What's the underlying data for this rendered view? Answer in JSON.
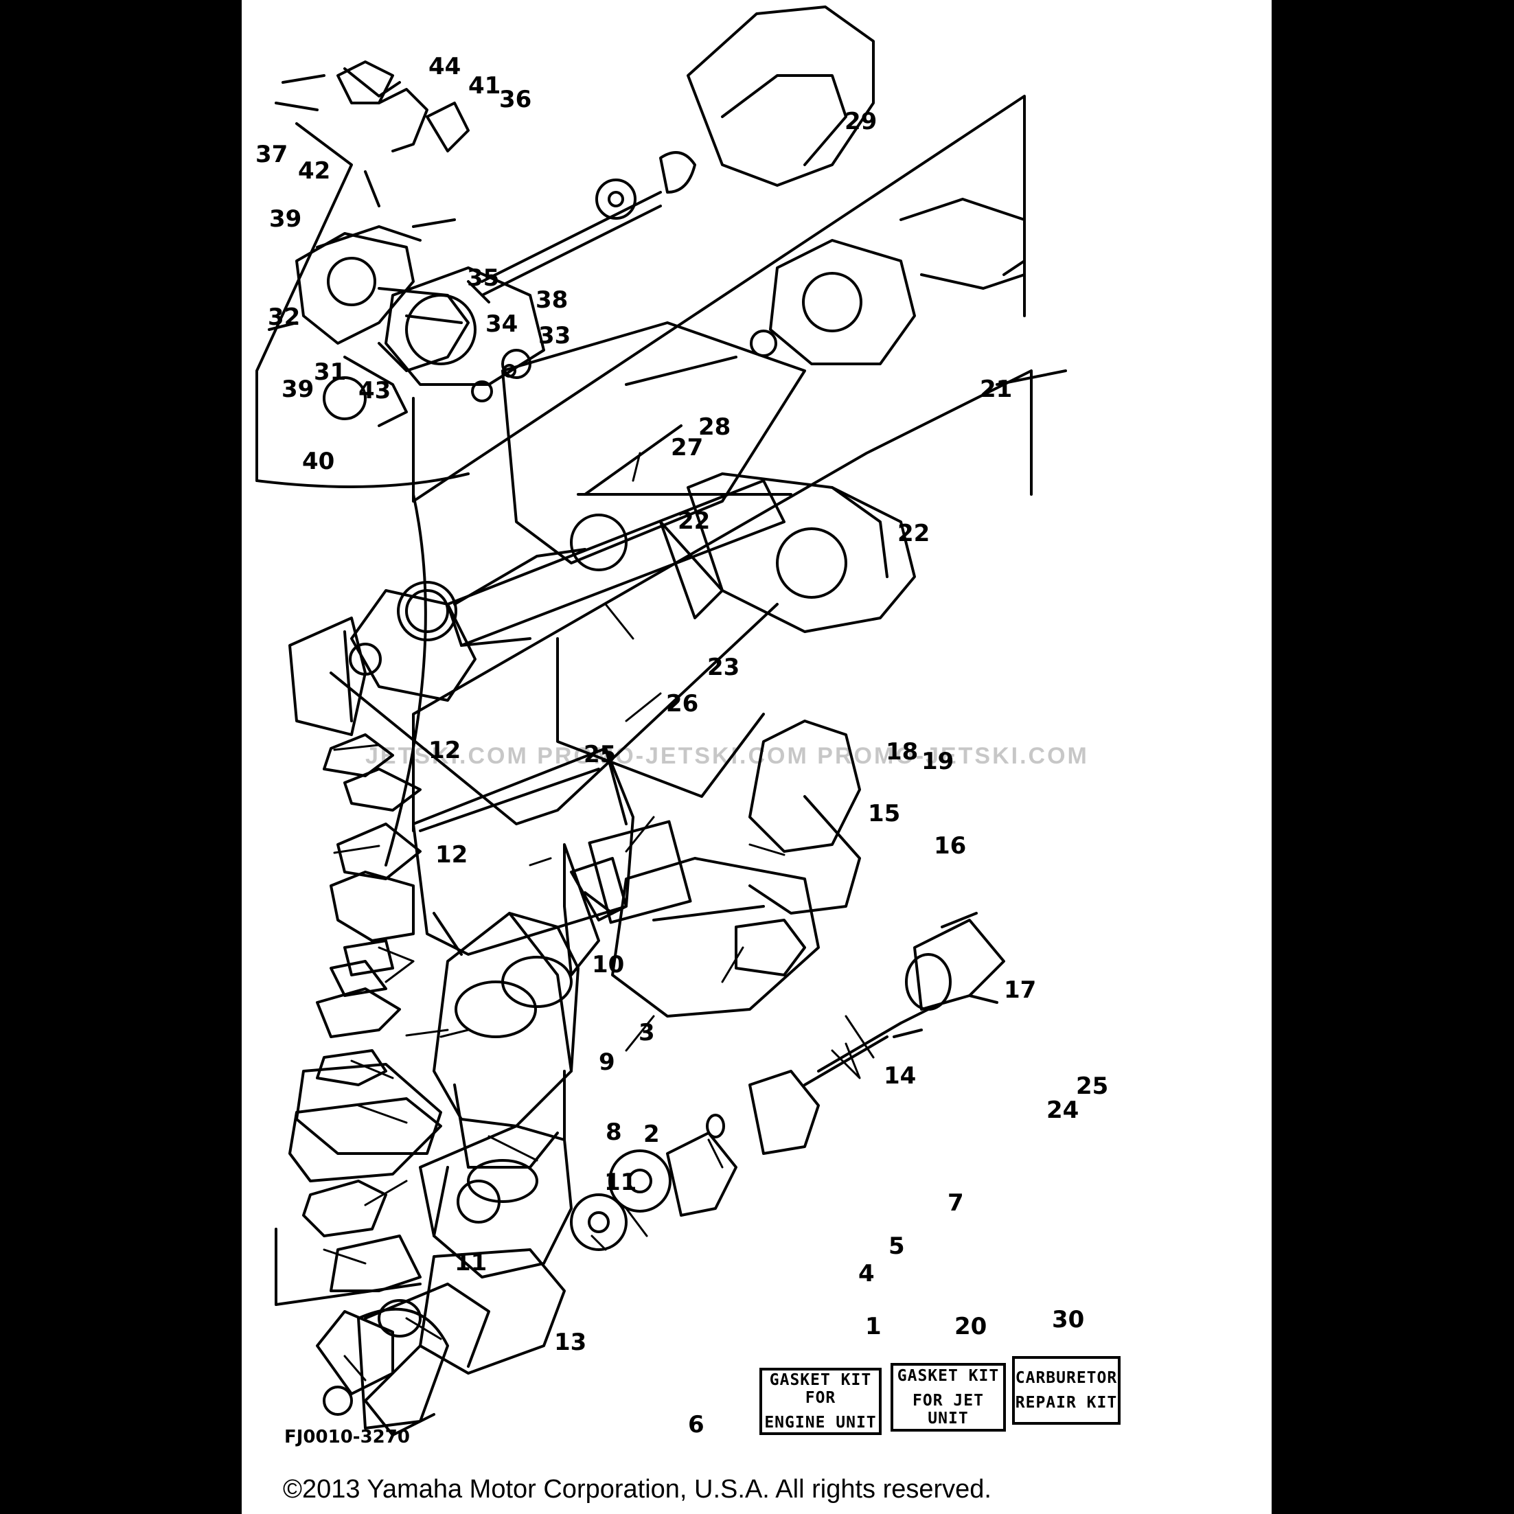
{
  "callouts": {
    "c44": "44",
    "c41": "41",
    "c36": "36",
    "c37": "37",
    "c42": "42",
    "c39a": "39",
    "c35": "35",
    "c38": "38",
    "c32": "32",
    "c34": "34",
    "c33": "33",
    "c31": "31",
    "c39b": "39",
    "c43": "43",
    "c40": "40",
    "c29": "29",
    "c21": "21",
    "c27": "27",
    "c28": "28",
    "c22a": "22",
    "c22b": "22",
    "c23": "23",
    "c26": "26",
    "c25a": "25",
    "c18": "18",
    "c19": "19",
    "c12a": "12",
    "c12b": "12",
    "c15": "15",
    "c16": "16",
    "c17": "17",
    "c10": "10",
    "c3": "3",
    "c14": "14",
    "c9": "9",
    "c8": "8",
    "c11a": "11",
    "c11b": "11",
    "c2": "2",
    "c24": "24",
    "c25b": "25",
    "c7": "7",
    "c5": "5",
    "c4": "4",
    "c13": "13",
    "c6": "6"
  },
  "kits": {
    "engine": {
      "number": "1",
      "line1": "GASKET KIT FOR",
      "line2": "ENGINE UNIT"
    },
    "jet": {
      "number": "20",
      "line1": "GASKET KIT",
      "line2": "FOR JET UNIT"
    },
    "carb": {
      "number": "30",
      "line1": "CARBURETOR",
      "line2": "REPAIR KIT"
    }
  },
  "figure_code": "FJ0010-3270",
  "watermark": "JETSKI.COM   PROMO-JETSKI.COM   PROMO-JETSKI.COM",
  "copyright": "©2013 Yamaha Motor Corporation, U.S.A. All rights reserved."
}
